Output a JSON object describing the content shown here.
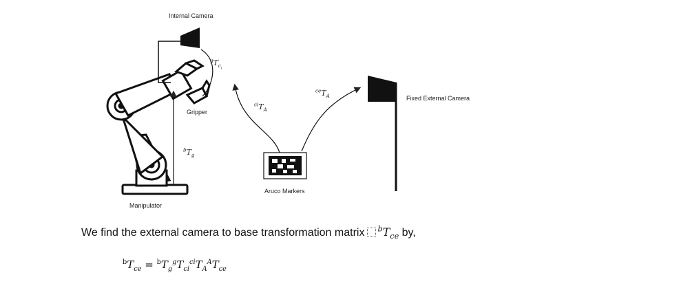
{
  "diagram": {
    "labels": {
      "internal_camera": "Internal Camera",
      "gripper": "Gripper",
      "manipulator": "Manipulator",
      "aruco_markers": "Aruco Markers",
      "fixed_external_camera": "Fixed External Camera"
    },
    "transforms": {
      "g_T_ci": {
        "pre": "g",
        "main": "T",
        "sub": "c",
        "subsub": "i"
      },
      "b_T_g": {
        "pre": "b",
        "main": "T",
        "sub": "g"
      },
      "ci_T_A": {
        "pre": "ci",
        "main": "T",
        "sub": "A"
      },
      "ce_T_A": {
        "pre": "ce",
        "main": "T",
        "sub": "A"
      }
    }
  },
  "text": {
    "sentence_before": "We find the external camera to base transformation matrix",
    "sentence_math_pre": "b",
    "sentence_math_main": "T",
    "sentence_math_sub": "ce",
    "sentence_after": " by,"
  },
  "equation": {
    "lhs_pre": "b",
    "lhs_main": "T",
    "lhs_sub": "ce",
    "equals": " = ",
    "t1_pre": "b",
    "t1_main": "T",
    "t1_sub": "g",
    "t2_pre": "g",
    "t2_main": "T",
    "t2_sub": "ci",
    "t3_pre": "ci",
    "t3_main": "T",
    "t3_sub": "A",
    "t4_pre": "A",
    "t4_main": "T",
    "t4_sub": "ce"
  }
}
